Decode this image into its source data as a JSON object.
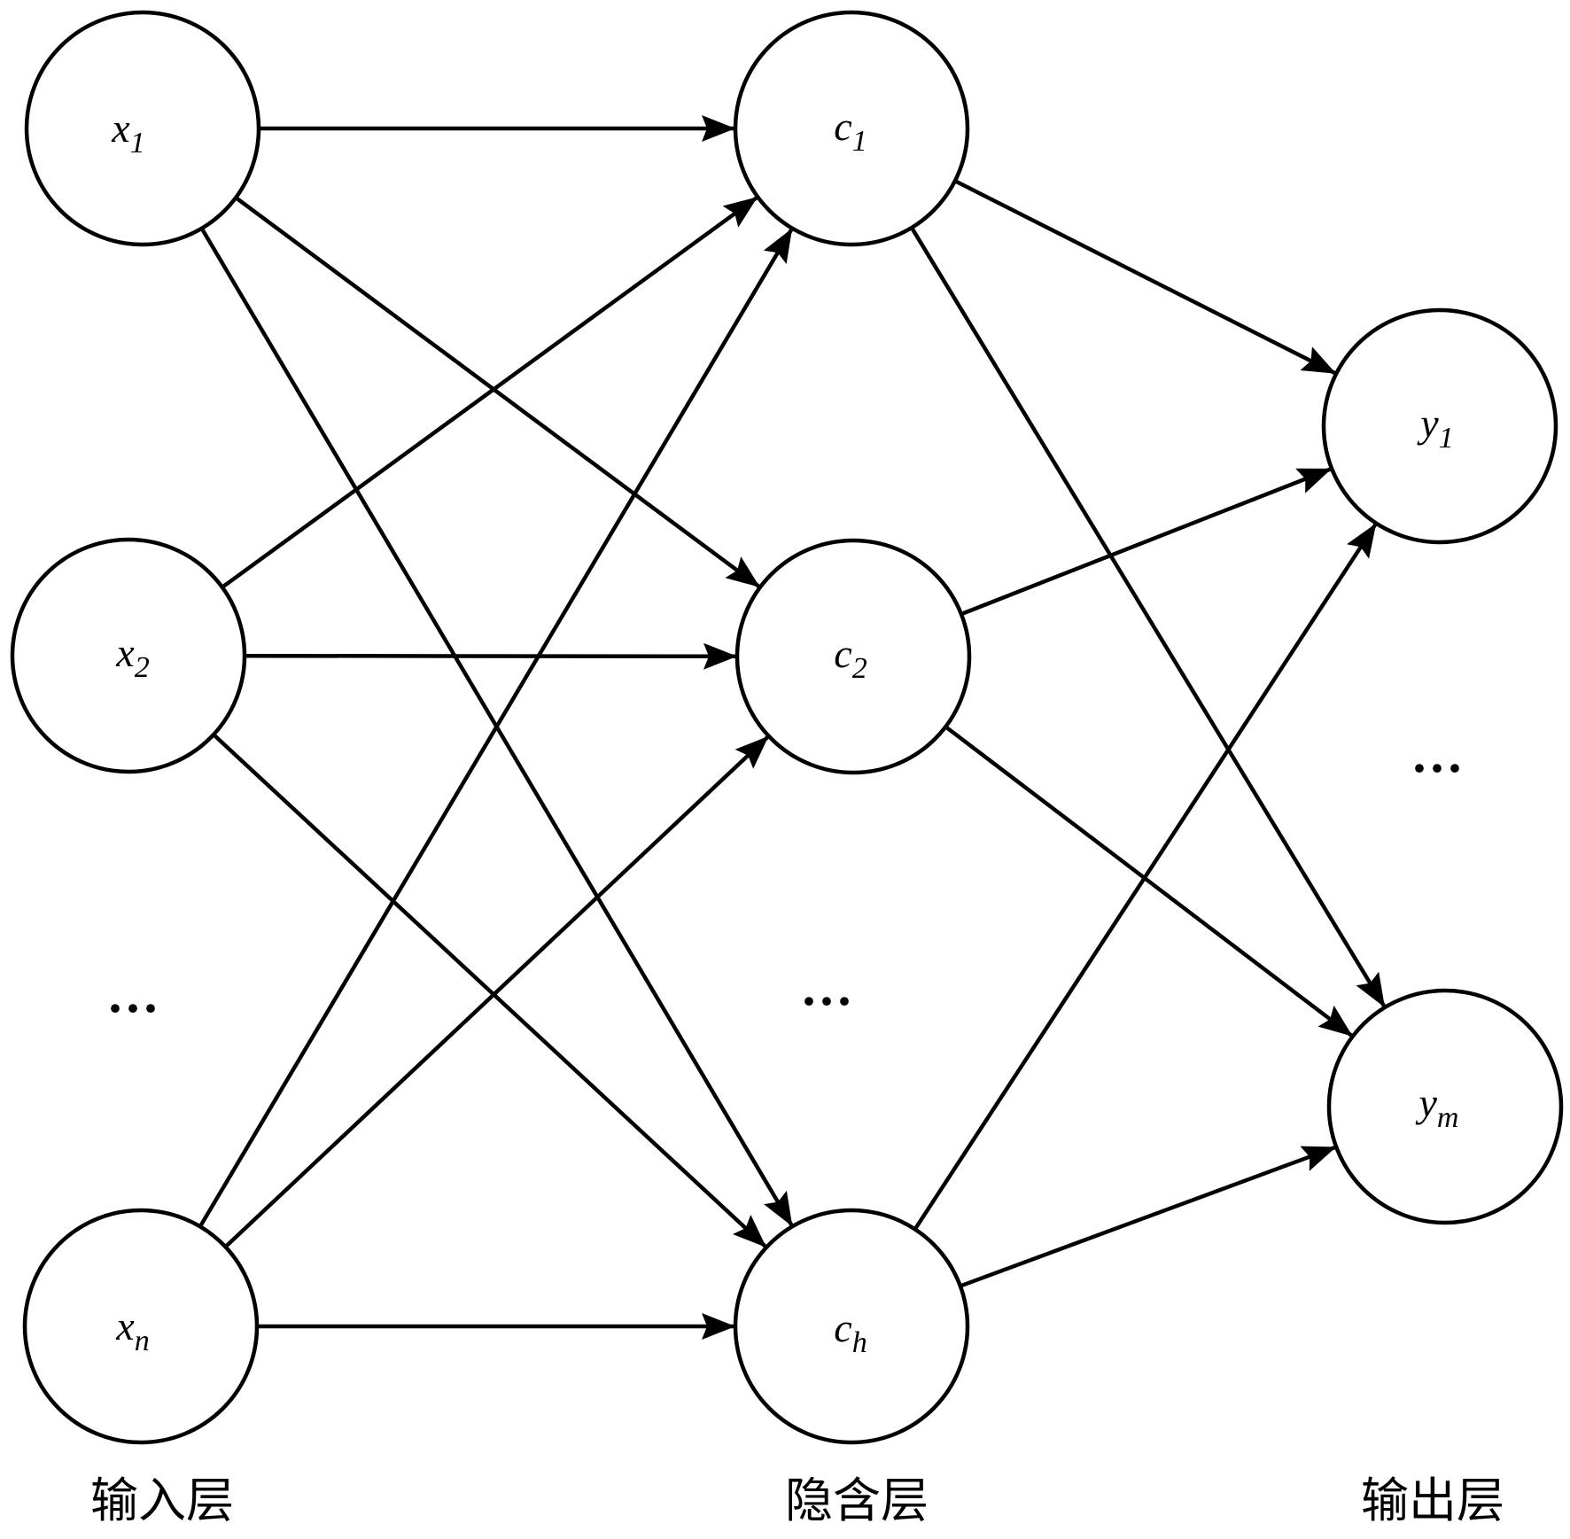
{
  "layers": {
    "input": {
      "title": "输入层"
    },
    "hidden": {
      "title": "隐含层"
    },
    "output": {
      "title": "输出层"
    }
  },
  "nodes": {
    "x1": {
      "base": "x",
      "sub": "1"
    },
    "x2": {
      "base": "x",
      "sub": "2"
    },
    "xn": {
      "base": "x",
      "sub": "n"
    },
    "c1": {
      "base": "c",
      "sub": "1"
    },
    "c2": {
      "base": "c",
      "sub": "2"
    },
    "ch": {
      "base": "c",
      "sub": "h"
    },
    "y1": {
      "base": "y",
      "sub": "1"
    },
    "ym": {
      "base": "y",
      "sub": "m"
    }
  },
  "ellipses": {
    "input": "···",
    "hidden": "···",
    "output": "···"
  },
  "edges": [
    [
      "x1",
      "c1"
    ],
    [
      "x1",
      "c2"
    ],
    [
      "x1",
      "ch"
    ],
    [
      "x2",
      "c1"
    ],
    [
      "x2",
      "c2"
    ],
    [
      "x2",
      "ch"
    ],
    [
      "xn",
      "c1"
    ],
    [
      "xn",
      "c2"
    ],
    [
      "xn",
      "ch"
    ],
    [
      "c1",
      "y1"
    ],
    [
      "c1",
      "ym"
    ],
    [
      "c2",
      "y1"
    ],
    [
      "c2",
      "ym"
    ],
    [
      "ch",
      "y1"
    ],
    [
      "ch",
      "ym"
    ]
  ],
  "colors": {
    "stroke": "#000000",
    "background": "#ffffff"
  }
}
